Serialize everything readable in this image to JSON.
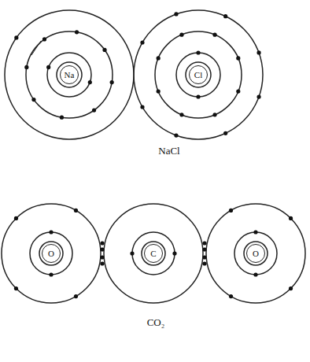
{
  "diagram": {
    "nodes": [
      {
        "text": [
          "Na"
        ]
      },
      {
        "text": [
          "Cl"
        ]
      },
      {
        "text": [
          "O"
        ]
      },
      {
        "text": [
          "C"
        ]
      },
      {
        "text": [
          "O"
        ]
      }
    ],
    "labels": [
      "NaCl",
      "CO₂"
    ]
  }
}
